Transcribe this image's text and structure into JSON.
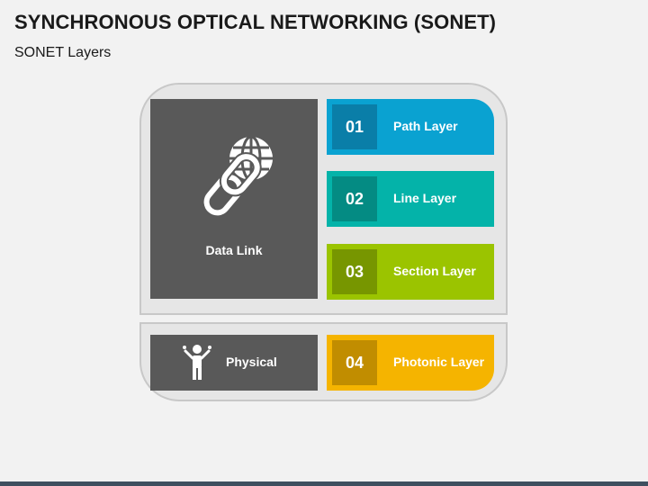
{
  "title": "SYNCHRONOUS OPTICAL NETWORKING (SONET)",
  "subtitle": "SONET Layers",
  "groups": {
    "datalink": {
      "label": "Data Link",
      "icon": "globe-link-icon"
    },
    "physical": {
      "label": "Physical",
      "icon": "person-icon"
    }
  },
  "layers": [
    {
      "num": "01",
      "name": "Path Layer",
      "color": "#0aa2d1"
    },
    {
      "num": "02",
      "name": "Line Layer",
      "color": "#04b3a9"
    },
    {
      "num": "03",
      "name": "Section Layer",
      "color": "#9bc400"
    },
    {
      "num": "04",
      "name": "Photonic Layer",
      "color": "#f5b400"
    }
  ]
}
